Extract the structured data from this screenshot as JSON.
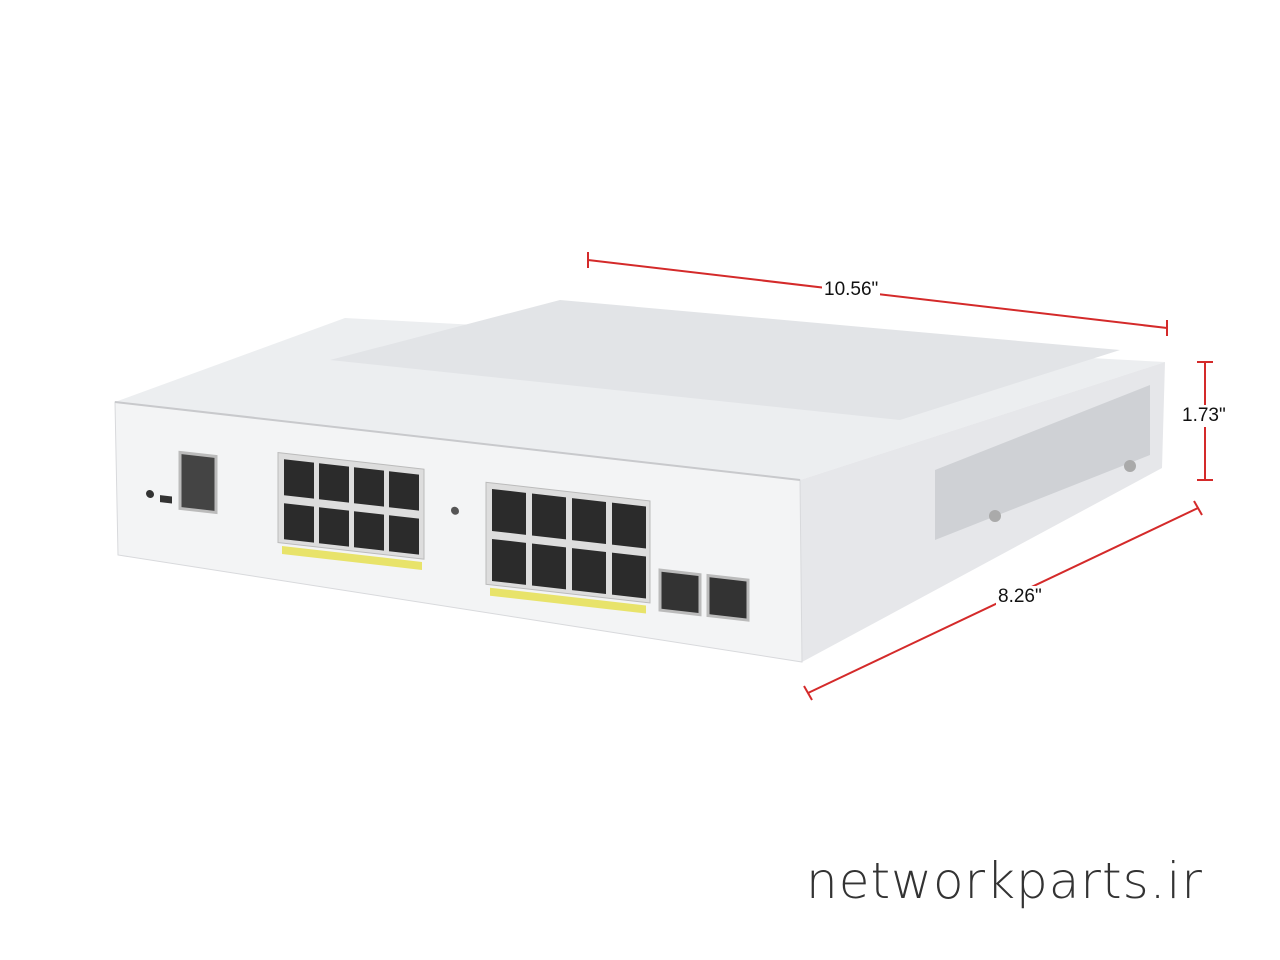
{
  "product": {
    "name": "network-switch",
    "body_color": "#eeeff1",
    "port_label_color": "#e8e36a"
  },
  "dimensions": {
    "width_label": "10.56\"",
    "height_label": "1.73\"",
    "depth_label": "8.26\"",
    "line_color": "#d42a2a"
  },
  "watermark": "networkparts.ir"
}
